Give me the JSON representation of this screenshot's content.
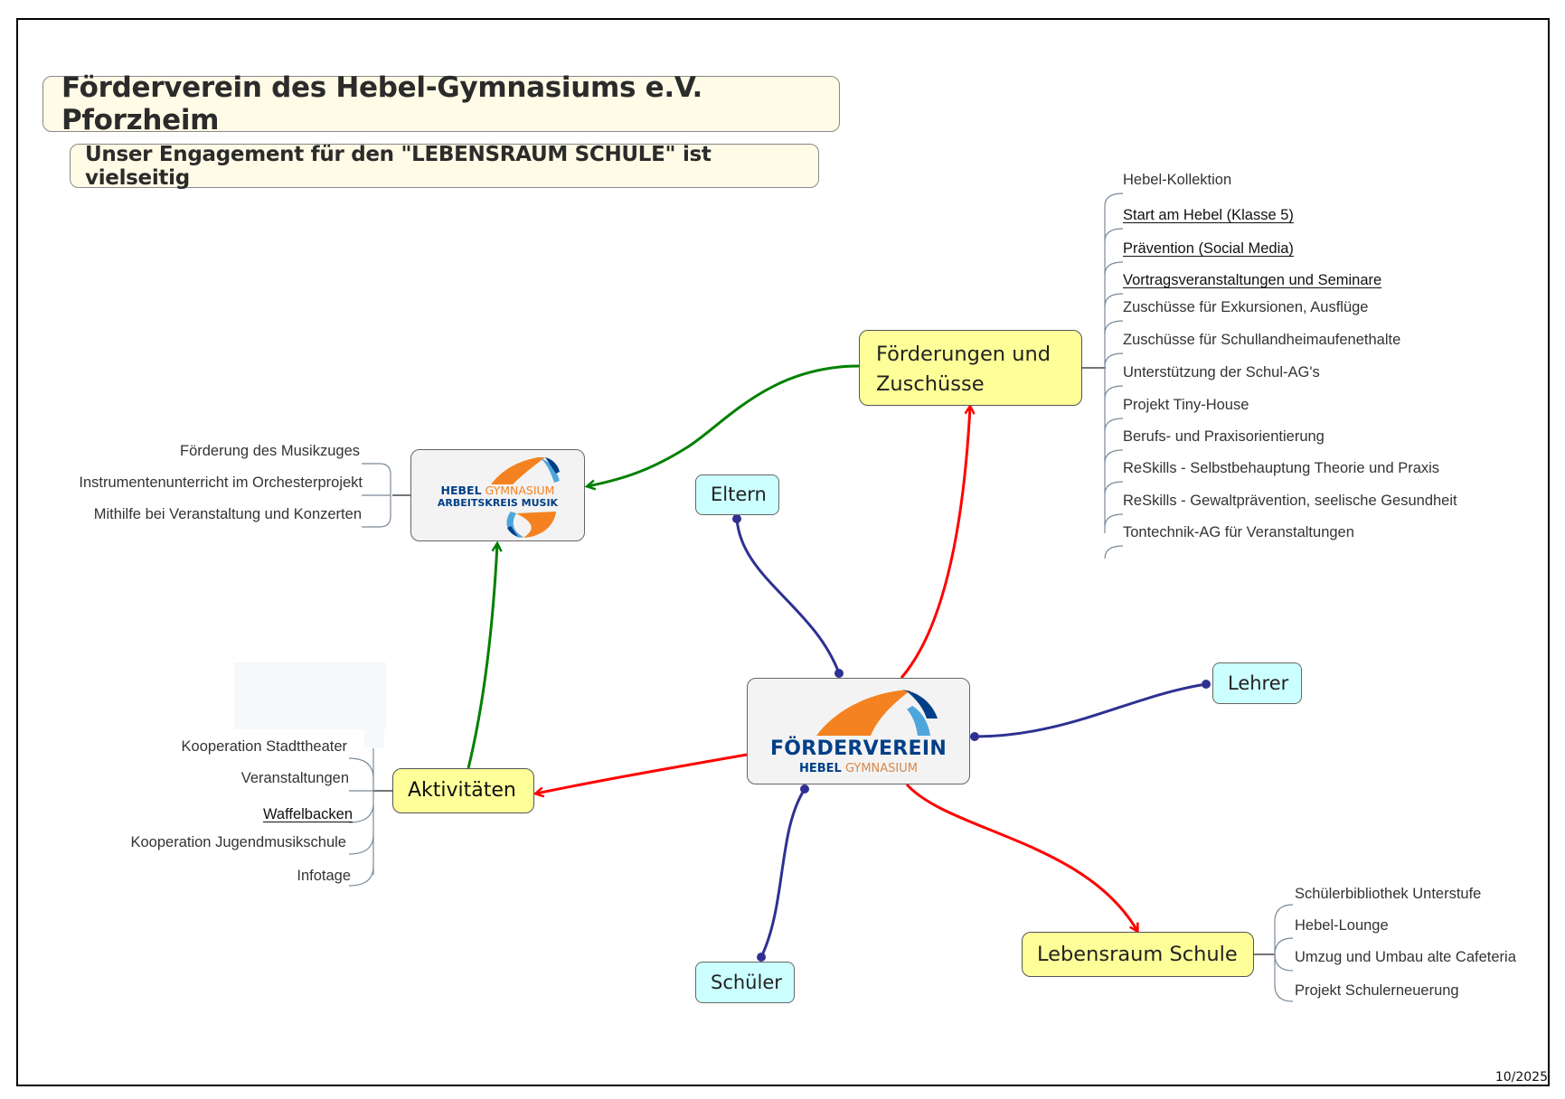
{
  "title": "Förderverein des Hebel-Gymnasiums e.V. Pforzheim",
  "subtitle": "Unser Engagement für den \"LEBENSRAUM SCHULE\" ist vielseitig",
  "footer_date": "10/2025",
  "colors": {
    "primary_branch": "#ff0000",
    "secondary_branch": "#008000",
    "relation_branch": "#2e3192",
    "main_topic_fill": "#ffff99",
    "stakeholder_fill": "#ccffff",
    "logo_orange": "#f58220",
    "logo_navy": "#003f87",
    "logo_lightblue": "#4ea6dc"
  },
  "center": {
    "logo_word": "FÖRDERVEREIN",
    "logo_sub_bold": "HEBEL",
    "logo_sub_light": "GYMNASIUM"
  },
  "music_node": {
    "line1_bold": "HEBEL",
    "line1_light": "GYMNASIUM",
    "line2": "ARBEITSKREIS MUSIK",
    "children": [
      "Förderung des Musikzuges",
      "Instrumentenunterricht im Orchesterprojekt",
      "Mithilfe bei Veranstaltung und Konzerten"
    ]
  },
  "foerderungen": {
    "label_line1": "Förderungen und",
    "label_line2": "Zuschüsse",
    "children": [
      "Hebel-Kollektion",
      "Start am Hebel (Klasse 5)",
      "Prävention (Social Media)",
      "Vortragsveranstaltungen und Seminare",
      "Zuschüsse für Exkursionen, Ausflüge",
      "Zuschüsse für Schullandheimaufenethalte",
      "Unterstützung der Schul-AG's",
      "Projekt Tiny-House",
      "Berufs- und Praxisorientierung",
      "ReSkills - Selbstbehauptung Theorie und Praxis",
      "ReSkills - Gewaltprävention, seelische Gesundheit",
      "Tontechnik-AG für Veranstaltungen"
    ]
  },
  "aktivitaeten": {
    "label": "Aktivitäten",
    "children": [
      "Kooperation Stadttheater",
      "Veranstaltungen",
      "Waffelbacken",
      "Kooperation Jugendmusikschule",
      "Infotage"
    ]
  },
  "lebensraum": {
    "label": "Lebensraum Schule",
    "children": [
      "Schülerbibliothek Unterstufe",
      "Hebel-Lounge",
      "Umzug und Umbau alte Cafeteria",
      "Projekt Schulerneuerung"
    ]
  },
  "stakeholders": {
    "eltern": "Eltern",
    "lehrer": "Lehrer",
    "schueler": "Schüler"
  }
}
